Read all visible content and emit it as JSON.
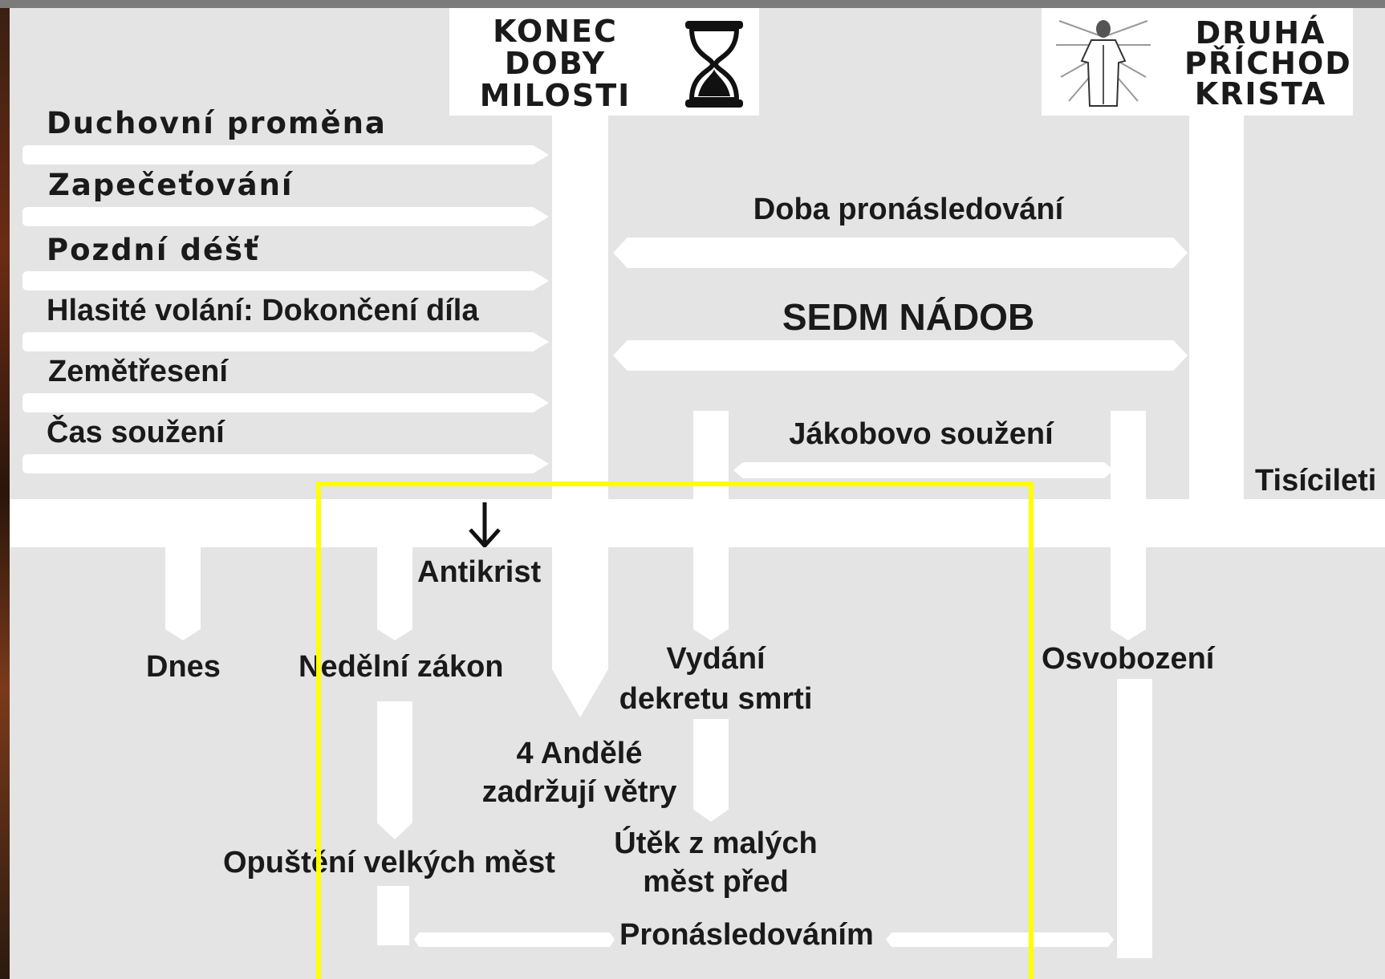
{
  "header": {
    "end_of_grace": {
      "lines": [
        "KONEC",
        "DOBY",
        "MILOSTI"
      ],
      "icon": "hourglass-icon"
    },
    "second_coming": {
      "lines": [
        "DRUHÁ",
        "PŘÍCHOD",
        "KRISTA"
      ],
      "icon": "jesus-figure-icon"
    }
  },
  "left_items": [
    "Duchovní proměna",
    "Zapečeťování",
    "Pozdní déšť",
    "Hlasité volání: Dokončení díla",
    "Zemětřesení",
    "Čas soužení"
  ],
  "middle": {
    "persecution": "Doba pronásledování",
    "seven_bowls": "SEDM NÁDOB",
    "jacob": "Jákobovo soužení",
    "millennium": "Tisícileti"
  },
  "timeline": {
    "antichrist": "Antikrist",
    "today": "Dnes",
    "sunday_law": "Nedělní zákon",
    "decree_l1": "Vydání",
    "decree_l2": "dekretu smrti",
    "deliverance": "Osvobození",
    "angels_l1": "4 Andělé",
    "angels_l2": "zadržují větry",
    "leave_cities": "Opuštění velkých měst",
    "flee_l1": "Útěk z malých",
    "flee_l2": "měst před",
    "persecution2": "Pronásledováním"
  },
  "colors": {
    "background": "#e4e4e4",
    "bars": "#ffffff",
    "highlight": "#ffff00",
    "text": "#1a1a1a"
  }
}
